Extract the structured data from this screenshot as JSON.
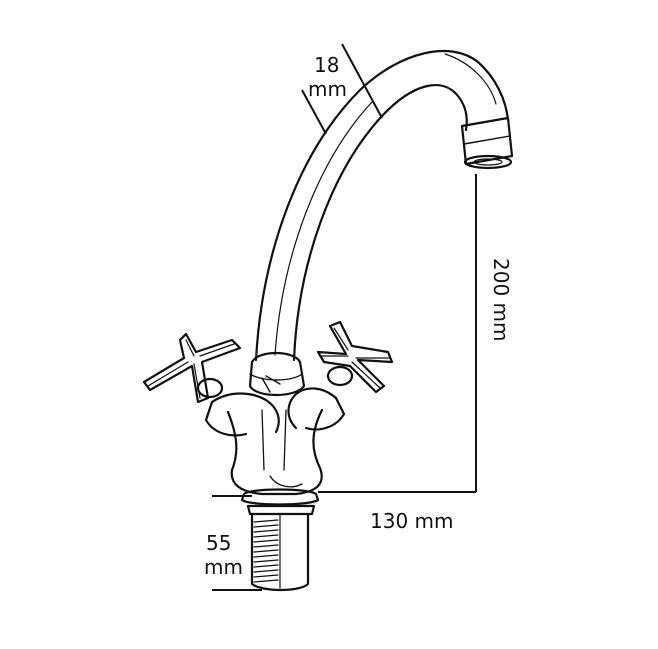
{
  "dimensions": {
    "pipe_diameter": {
      "value": "18",
      "unit": "mm"
    },
    "height": "200 mm",
    "reach": "130 mm",
    "shank_length": {
      "value": "55",
      "unit": "mm"
    }
  }
}
